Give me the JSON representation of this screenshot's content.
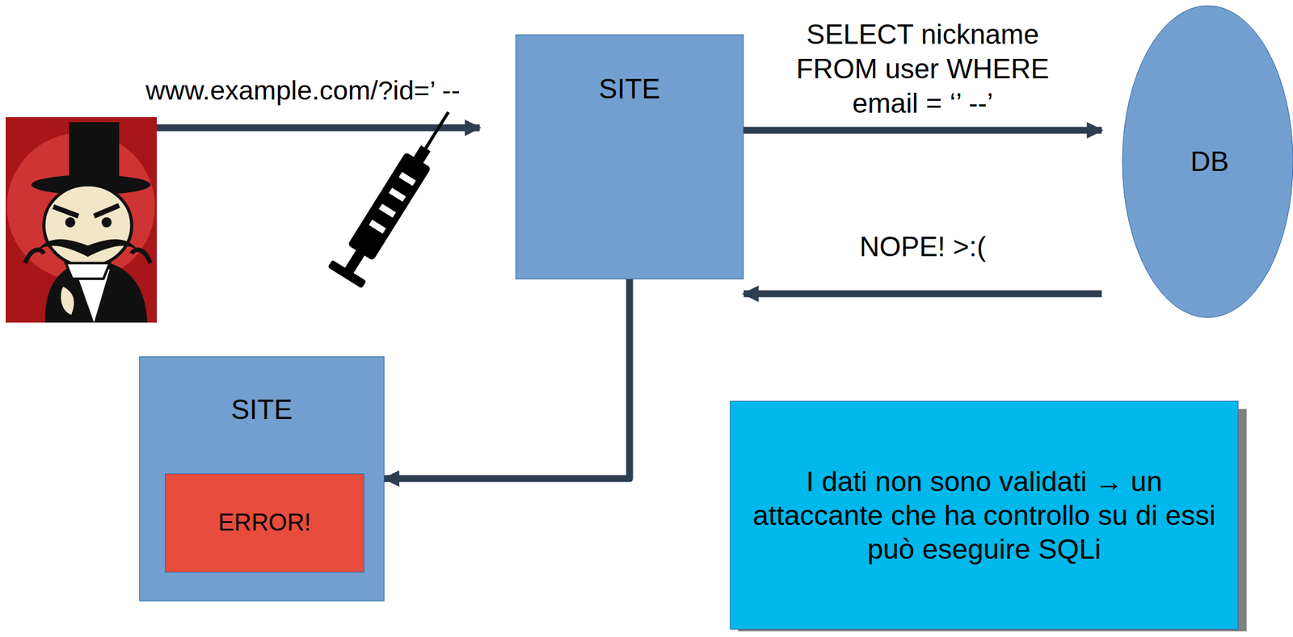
{
  "diagram": {
    "nodes": [
      {
        "text": [
          "SITE"
        ]
      },
      {
        "text": [
          "DB"
        ]
      },
      {
        "text": [
          "SITE"
        ]
      },
      {
        "text": [
          "ERROR!"
        ],
        "in": 2
      },
      {
        "text": [
          "I dati non sono validati → un attaccante che ha controllo su di essi può eseguire SQLi"
        ]
      }
    ],
    "edges": [
      {
        "from": 0,
        "to": 1,
        "arrow": "to",
        "label": "SELECT nickname FROM user WHERE email = ‘’ --’"
      },
      {
        "from": 1,
        "to": 0,
        "arrow": "to",
        "label": "NOPE! >:("
      },
      {
        "from": 0,
        "to": 2,
        "arrow": "to"
      }
    ],
    "labels": [
      "www.example.com/?id=’ --"
    ]
  }
}
